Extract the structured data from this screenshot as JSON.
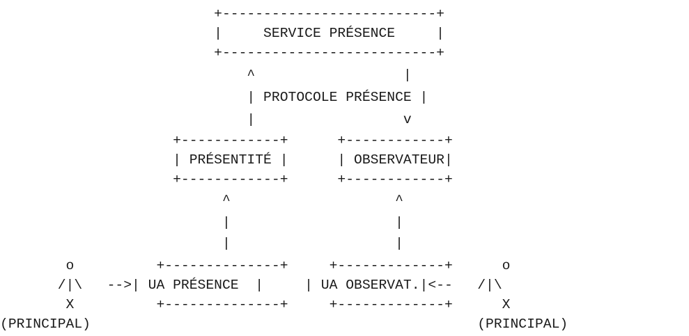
{
  "diagram": {
    "lines": [
      "                          +--------------------------+",
      "                          |     SERVICE PRÉSENCE     |",
      "                          +--------------------------+",
      "                              ^                  |",
      "                              | PROTOCOLE PRÉSENCE |",
      "                              |                  v",
      "                     +------------+      +------------+",
      "                     | PRÉSENTITÉ |      | OBSERVATEUR|",
      "                     +------------+      +------------+",
      "                           ^                    ^",
      "                           |                    |",
      "                           |                    |",
      "        o          +--------------+     +-------------+      o",
      "       /|\\   -->| UA PRÉSENCE  |     | UA OBSERVAT.|<--   /|\\",
      "        X          +--------------+     +-------------+      X",
      "(PRINCIPAL)                                               (PRINCIPAL)"
    ]
  }
}
